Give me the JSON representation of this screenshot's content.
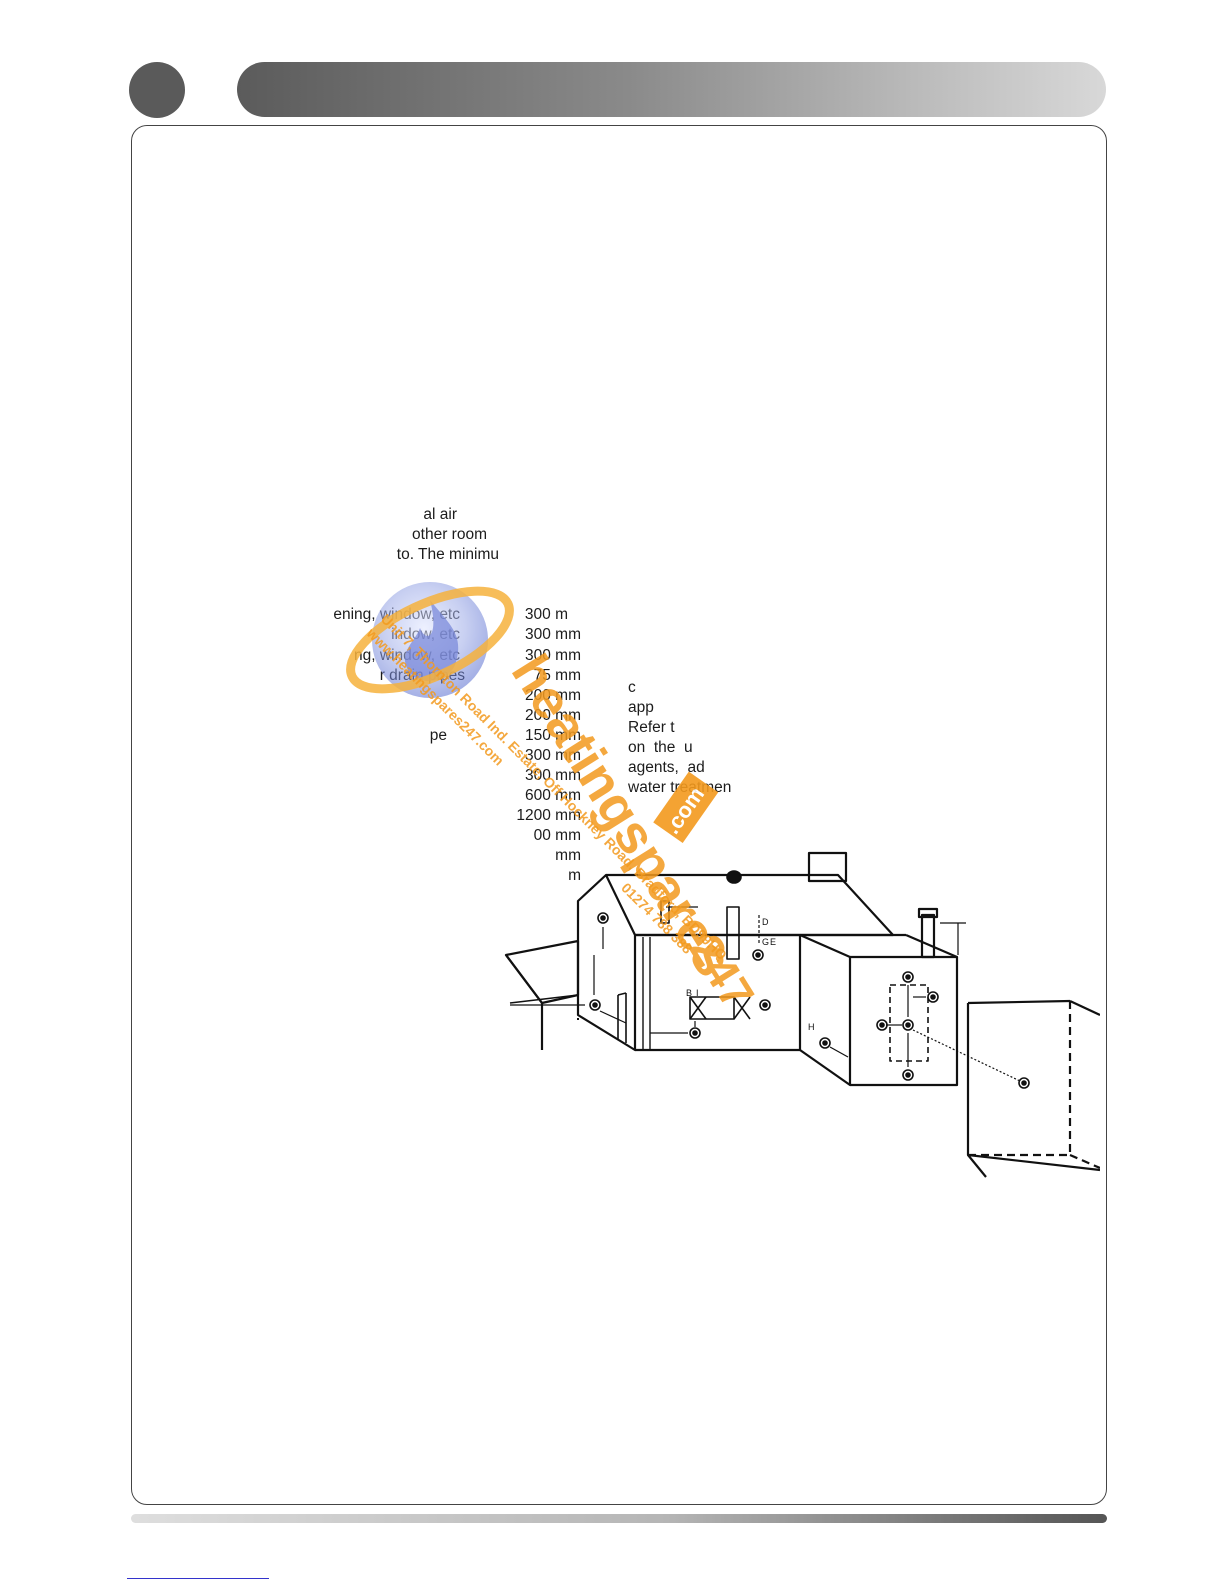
{
  "header": {
    "section_number": "",
    "title": ""
  },
  "left_text": [
    "al air",
    "other room",
    "to. The minimu"
  ],
  "clearances": [
    {
      "label": "ening, window, etc",
      "value": "300 m"
    },
    {
      "label": "indow, etc",
      "value": "300 mm"
    },
    {
      "label": "ng, window, etc",
      "value": "300 mm"
    },
    {
      "label": "r drain pipes",
      "value": "75 mm"
    },
    {
      "label": "",
      "value": "200 mm"
    },
    {
      "label": "",
      "value": "200 mm"
    },
    {
      "label": "pe",
      "value": "150 mm"
    },
    {
      "label": "",
      "value": "300 mm"
    },
    {
      "label": "",
      "value": "300 mm"
    },
    {
      "label": "",
      "value": "600 mm"
    },
    {
      "label": "",
      "value": "1200 mm"
    },
    {
      "label": "",
      "value": "00 mm"
    },
    {
      "label": "",
      "value": "mm"
    },
    {
      "label": "",
      "value": "m"
    }
  ],
  "right_text": [
    "c",
    "app",
    "Refer t",
    "on  the  u",
    "agents,  ad",
    "water treatmen"
  ],
  "diagram_labels": {
    "b": "B",
    "i": "I",
    "d": "D",
    "e": "E",
    "h": "H",
    "g": "G"
  },
  "watermark": {
    "brand": "heatingspares",
    "number": "247",
    "tld": ".com",
    "address": "Unit 7, Thornton Road Ind. Estate, Off Hockney Road, Bradford, BD99HQ",
    "url": "www.heatingspares247.com",
    "phone": "01274 788 388",
    "colors": {
      "orange": "#f39a1e",
      "blue": "#4a63c8",
      "light_blue": "#9aa8e6"
    }
  }
}
